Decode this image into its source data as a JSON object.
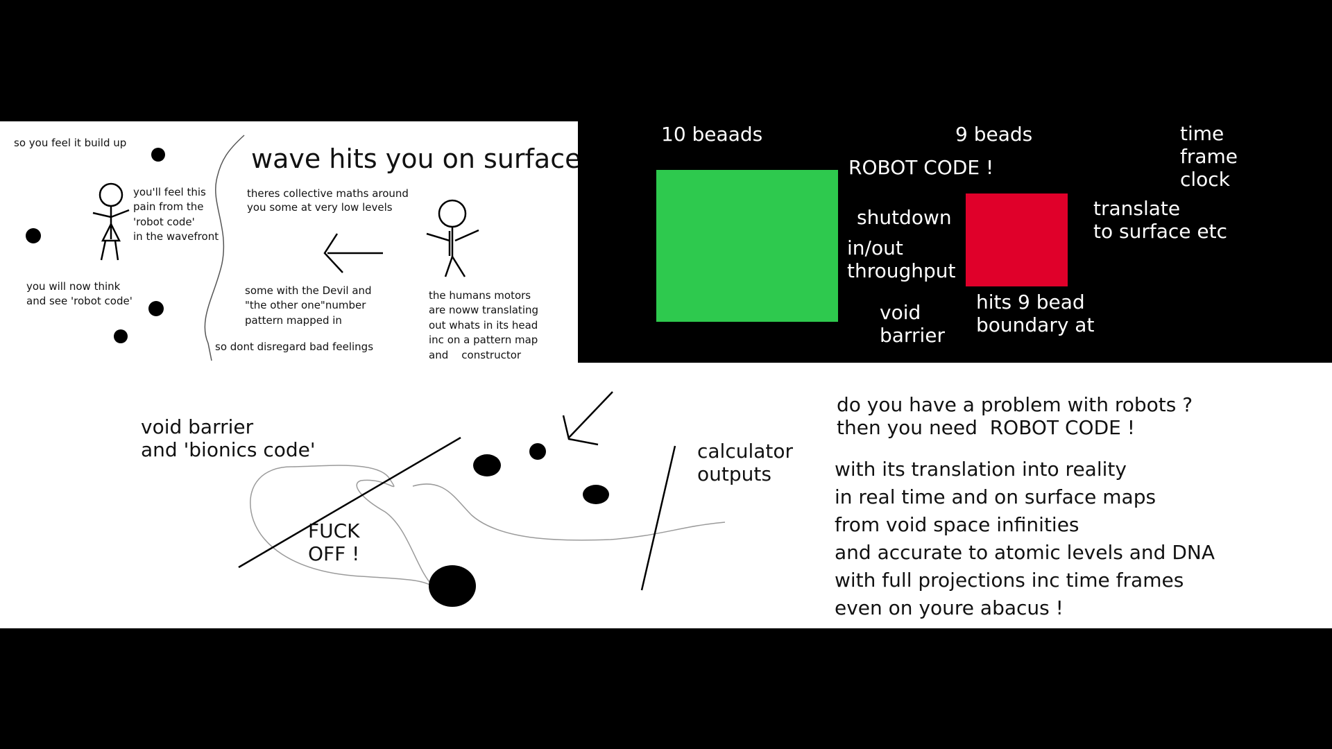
{
  "top_left": {
    "build_up": "so you feel it build up",
    "feel_pain": "you'll feel this\npain from the\n'robot code'\nin the wavefront",
    "think_see": "you will now think\nand see 'robot code'",
    "title": "wave hits you on surface",
    "collective": "theres collective maths around\nyou some at very low levels",
    "devil": "some with the Devil and\n\"the other one\"number\npattern mapped in",
    "disregard": "so dont disregard bad feelings",
    "motors": "the humans motors\nare noww translating\nout whats in its head\ninc on a pattern map\nand    constructor"
  },
  "top_right": {
    "ten_beads": "10 beaads",
    "nine_beads": "9 beads",
    "time_frame": "time\nframe\nclock",
    "robot_code": "ROBOT CODE !",
    "shutdown": "shutdown",
    "in_out": "in/out\nthroughput",
    "void_barrier": "void\nbarrier",
    "translate": "translate\nto surface etc",
    "hits_boundary": "hits 9 bead\nboundary at",
    "green_color": "#2ec94e",
    "red_color": "#e0002a"
  },
  "bottom": {
    "void_bionics": "void barrier\nand 'bionics code'",
    "fuck_off": "FUCK\nOFF !",
    "calculator": "calculator\noutputs",
    "problem": "do you have a problem with robots ?\nthen you need  ROBOT CODE !",
    "translation": "with its translation into reality\nin real time and on surface maps\nfrom void space infinities\nand accurate to atomic levels and DNA\nwith full projections inc time frames\neven on youre abacus !"
  }
}
